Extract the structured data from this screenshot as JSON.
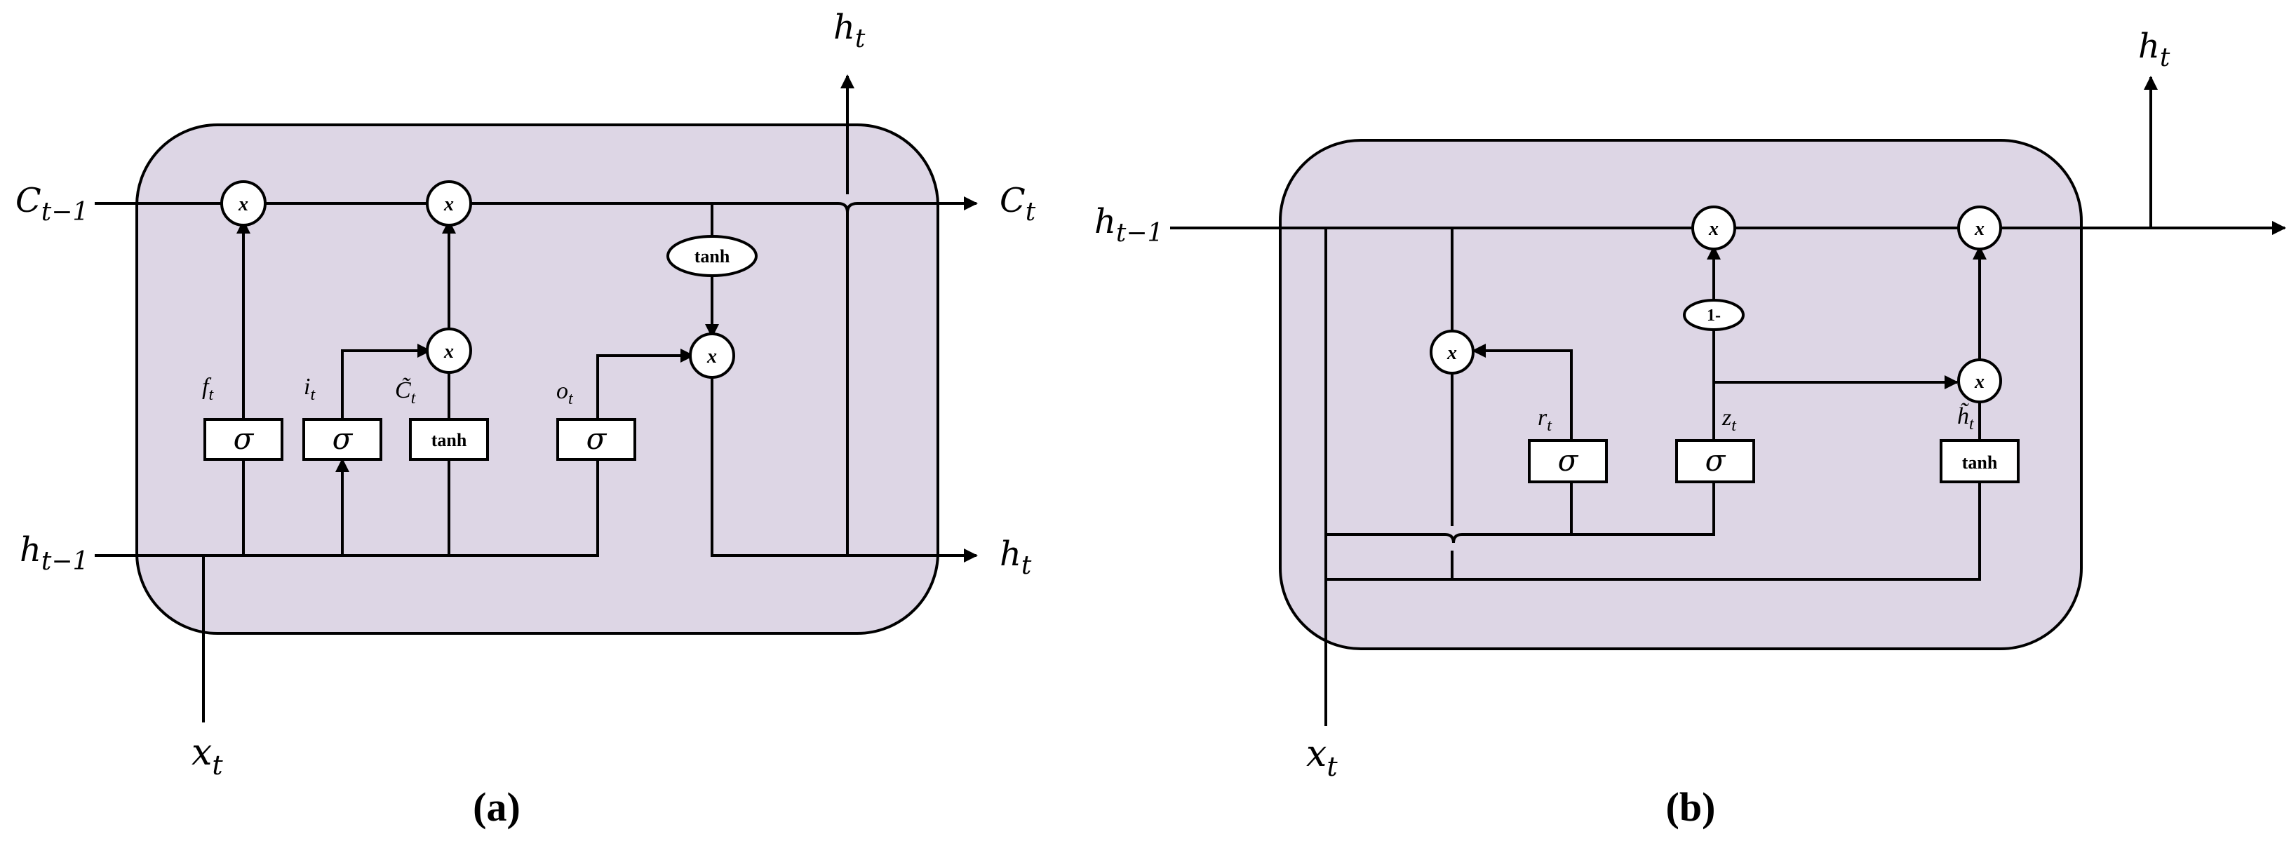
{
  "panels": [
    {
      "caption": "(a)",
      "labels": {
        "c_in": "C",
        "c_in_sub": "t−1",
        "c_out": "C",
        "c_out_sub": "t",
        "h_in": "h",
        "h_in_sub": "t−1",
        "h_out": "h",
        "h_out_sub": "t",
        "h_top": "h",
        "h_top_sub": "t",
        "x_in": "x",
        "x_in_sub": "t",
        "f": "f",
        "f_sub": "t",
        "i": "i",
        "i_sub": "t",
        "ctilde": "C̃",
        "ctilde_sub": "t",
        "o": "o",
        "o_sub": "t"
      },
      "gates": {
        "sigma": "σ",
        "tanh": "tanh",
        "mult": "x"
      }
    },
    {
      "caption": "(b)",
      "labels": {
        "h_in": "h",
        "h_in_sub": "t−1",
        "h_top": "h",
        "h_top_sub": "t",
        "x_in": "x",
        "x_in_sub": "t",
        "r": "r",
        "r_sub": "t",
        "z": "z",
        "z_sub": "t",
        "htilde": "h̃",
        "htilde_sub": "t"
      },
      "gates": {
        "sigma": "σ",
        "tanh": "tanh",
        "mult": "x",
        "one_minus": "1-"
      }
    }
  ]
}
